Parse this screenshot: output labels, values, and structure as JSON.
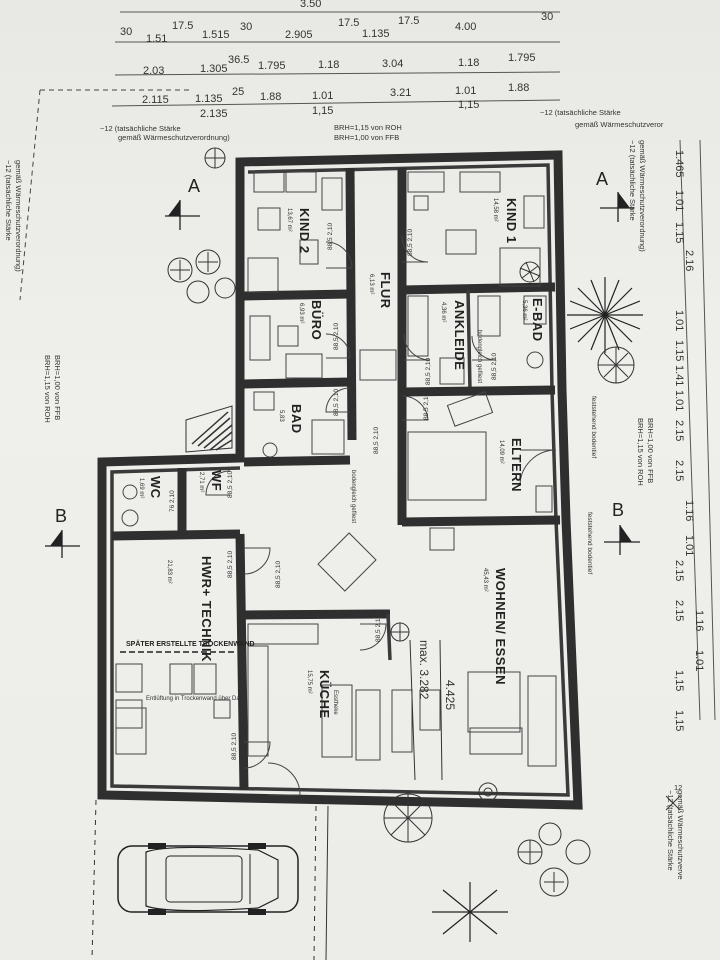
{
  "top_dims": {
    "row0": [
      "3.50"
    ],
    "row1": [
      "30",
      "1.51",
      "17.5",
      "1.515",
      "30",
      "2.905",
      "17.5",
      "1.135",
      "17.5",
      "4.00",
      "30"
    ],
    "row2": [
      "2.03",
      "1.305",
      "36.5",
      "1.795",
      "1.18",
      "3.04",
      "1.18",
      "1.795"
    ],
    "row3": [
      "2.115",
      "1.135",
      "25",
      "1.88",
      "1.01",
      "3.21",
      "1.01",
      "1.88"
    ],
    "row3b": [
      "2.135",
      "1,15",
      "1,15"
    ]
  },
  "right_dims": [
    "1.465",
    "1.01",
    "1.15",
    "2.16",
    "1.01",
    "1.15",
    "1.41",
    "1.01",
    "2.15",
    "2.15",
    "1.16",
    "1.01",
    "2.15",
    "2.15",
    "1.16",
    "1.01",
    "1,15",
    "1,15"
  ],
  "notes": {
    "wall_top_left": "~12 (tatsächliche Stärke",
    "wall_top_left_2": "gemäß Wärmeschutzverordnung)",
    "wall_top_right": "~12 (tatsächliche Stärke",
    "wall_top_right_2": "gemäß Wärmeschutzveror",
    "wall_left": "~12 (tatsächliche Stärke",
    "wall_left_2": "gemäß Wärmeschutzverordnung)",
    "wall_right": "~12 (tatsächliche Stärke",
    "wall_right_2": "gemäß Wärmeschutzverordnung)",
    "wall_bottom_right": "~12 (tatsächliche Stärke",
    "wall_bottom_right_2": "gemäß Wärmeschutzverve",
    "brh_top_1": "BRH=1,15 von ROH",
    "brh_top_2": "BRH=1,00 von FFB",
    "brh_left_1": "BRH=1,15 von ROH",
    "brh_left_2": "BRH=1,00 von FFB",
    "brh_right_1": "BRH=1,15 von ROH",
    "brh_right_2": "BRH=1,00 von FFB",
    "ebad_note": "bodengleich gefliest",
    "bad_note": "bodengleich gefliest",
    "bodentief_1": "feststehend bodentief",
    "bodentief_2": "feststehend bodentief",
    "trockenwand": "SPÄTER ERSTELLTE TROCKENWAND",
    "entlueftung": "Entlüftung in Trockenwand über Dach",
    "max": "max. 3.282",
    "dim_4425": "4.425",
    "essthekel": "Esstheke",
    "stairs": "12"
  },
  "sections": [
    "A",
    "A",
    "B",
    "B"
  ],
  "rooms": {
    "kind2": {
      "name": "KIND 2",
      "area": "13,67 m²"
    },
    "kind1": {
      "name": "KIND 1",
      "area": "14,58 m²"
    },
    "flur": {
      "name": "FLUR",
      "area": "6,13 m²"
    },
    "buero": {
      "name": "BÜRO",
      "area": "6,93 m²"
    },
    "ankleide": {
      "name": "ANKLEIDE",
      "area": "4,36 m²"
    },
    "ebad": {
      "name": "E-BAD",
      "area": "5,36 m²"
    },
    "bad": {
      "name": "BAD",
      "area": "5,83"
    },
    "eltern": {
      "name": "ELTERN",
      "area": "14,09 m²"
    },
    "wc": {
      "name": "WC",
      "area": "1,69 m²"
    },
    "wf": {
      "name": "WF",
      "area": "2,71 m²"
    },
    "hwr": {
      "name": "HWR+ TECHNIK",
      "area": "21,83 m²"
    },
    "wohnen": {
      "name": "WOHNEN/ ESSEN",
      "area": "45,43 m²"
    },
    "kueche": {
      "name": "KÜCHE",
      "area": "15,75 m²"
    }
  },
  "door_labels": [
    "88,5 2,10",
    "88,5 2,10",
    "88,5 2,10",
    "88,5 2,10",
    "88,5 2,10",
    "88,5 2,10",
    "88,5 2,10",
    "88,5 2,10",
    "88,5 2,10",
    "88,5 2,10",
    "88,5 2,10",
    "88,5 2,10",
    "88,5 2,10",
    "76 2,10"
  ]
}
